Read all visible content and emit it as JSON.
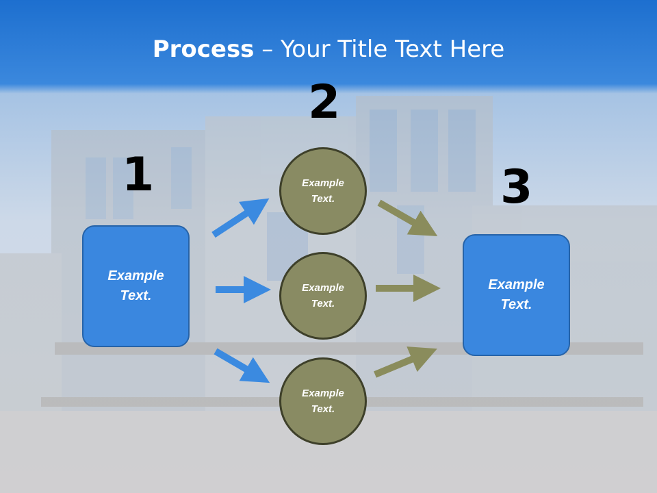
{
  "title": {
    "bold": "Process",
    "rest": " – Your Title Text Here"
  },
  "steps": [
    {
      "number": "1"
    },
    {
      "number": "2"
    },
    {
      "number": "3"
    }
  ],
  "boxes": {
    "left": "Example\nText.",
    "right": "Example\nText."
  },
  "circles": [
    {
      "label": "Example\nText."
    },
    {
      "label": "Example\nText."
    },
    {
      "label": "Example\nText."
    }
  ],
  "colors": {
    "header": "#2f7fd8",
    "box": "#3a87df",
    "circle": "#898b63",
    "arrow_blue": "#3b8ae0",
    "arrow_olive": "#8a8c5c"
  }
}
